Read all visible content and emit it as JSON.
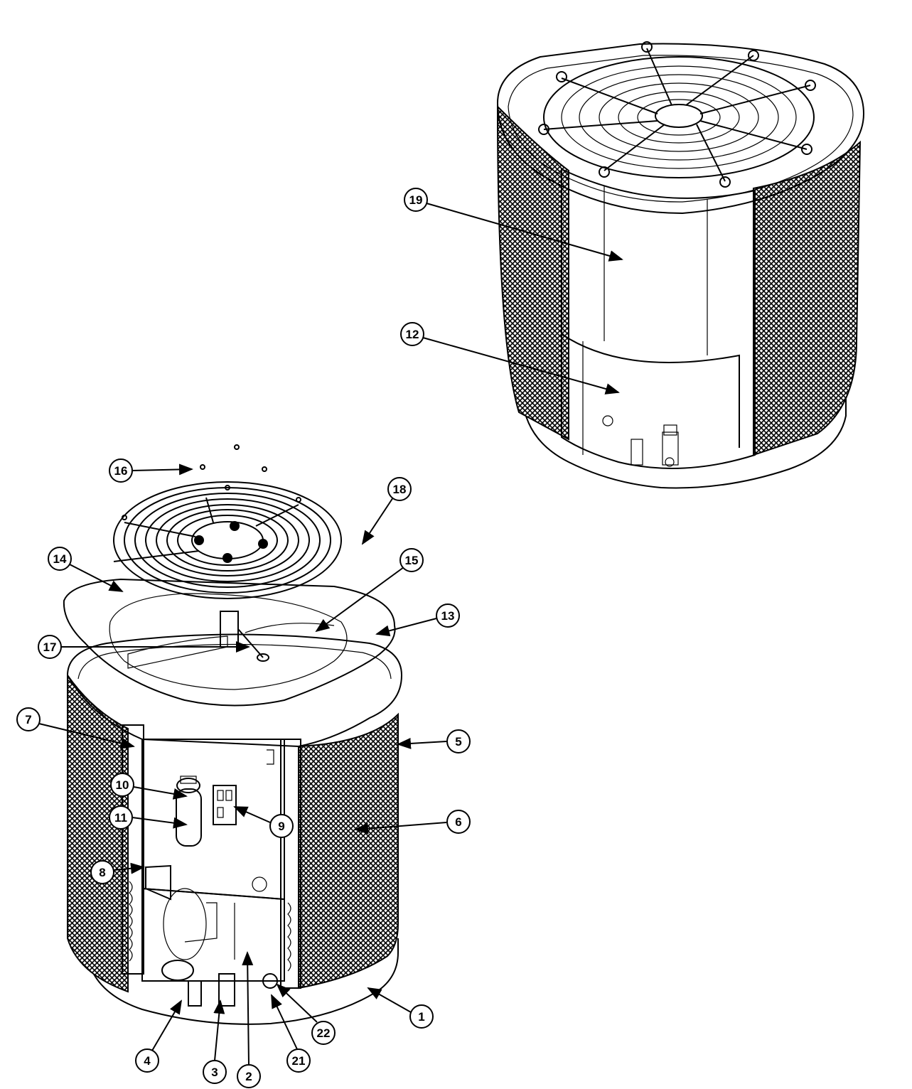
{
  "callouts": [
    {
      "id": "c1",
      "label": "1"
    },
    {
      "id": "c2",
      "label": "2"
    },
    {
      "id": "c3",
      "label": "3"
    },
    {
      "id": "c4",
      "label": "4"
    },
    {
      "id": "c5",
      "label": "5"
    },
    {
      "id": "c6",
      "label": "6"
    },
    {
      "id": "c7",
      "label": "7"
    },
    {
      "id": "c8",
      "label": "8"
    },
    {
      "id": "c9",
      "label": "9"
    },
    {
      "id": "c10",
      "label": "10"
    },
    {
      "id": "c11",
      "label": "11"
    },
    {
      "id": "c12",
      "label": "12"
    },
    {
      "id": "c13",
      "label": "13"
    },
    {
      "id": "c14",
      "label": "14"
    },
    {
      "id": "c15",
      "label": "15"
    },
    {
      "id": "c16",
      "label": "16"
    },
    {
      "id": "c17",
      "label": "17"
    },
    {
      "id": "c18",
      "label": "18"
    },
    {
      "id": "c19",
      "label": "19"
    },
    {
      "id": "c21",
      "label": "21"
    },
    {
      "id": "c22",
      "label": "22"
    }
  ]
}
